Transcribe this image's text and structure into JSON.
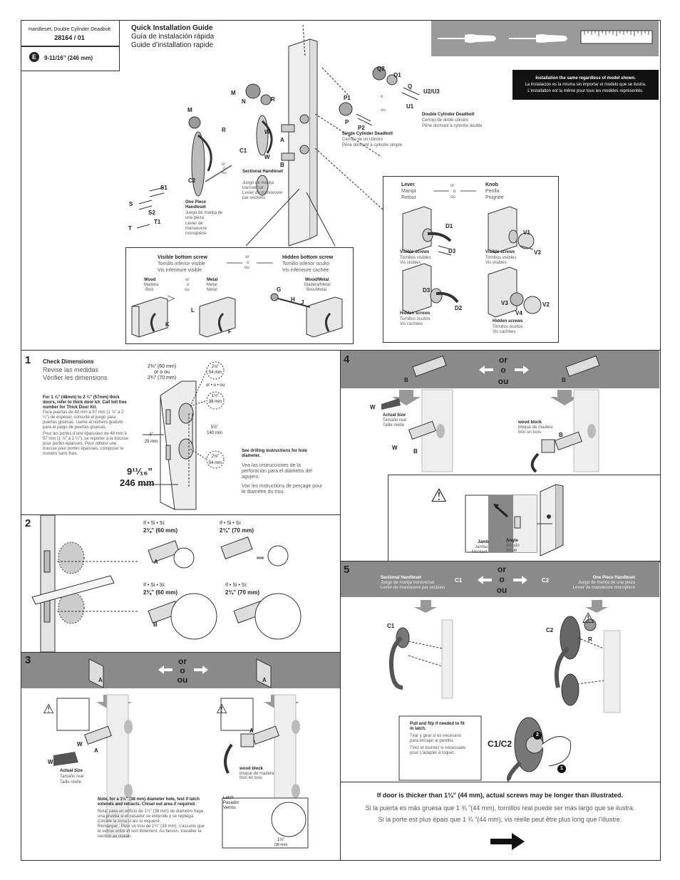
{
  "header": {
    "product_name": "Handleset, Double Cylinder Deadbolt",
    "model": "28164 / 01",
    "badge": "E",
    "size": "9-11/16” (246 mm)",
    "title_en": "Quick Installation Guide",
    "title_es": "Guía de instalación rápida",
    "title_fr": "Guide d’installation rapide"
  },
  "model_note": {
    "en": "Installation the same regardless of model shown.",
    "es": "La instalación es la misma sin importar el modelo que se ilustra.",
    "fr": "L’installation est la même pour tous les modèles représentés."
  },
  "parts": {
    "q2": "Q2",
    "q1": "Q1",
    "q": "Q",
    "u2u3": "U2/U3",
    "u1": "U1",
    "p1": "P1",
    "p": "P",
    "p2": "P2",
    "m": "M",
    "n": "N",
    "r": "R",
    "m2": "M",
    "r2": "R",
    "w1": "W",
    "a": "A",
    "c1": "C1",
    "w2": "W",
    "b": "B",
    "c2": "C2",
    "s1": "S1",
    "s": "S",
    "s2": "S2",
    "t": "T",
    "t1": "T1",
    "or_es": "o",
    "or_fr": "ou",
    "or_en": "or"
  },
  "deadbolt": {
    "double_en": "Double Cylinder Deadbolt",
    "double_es": "Cerrojo de doble cilindro",
    "double_fr": "Pêne dormant à cylindre double",
    "single_en": "Single Cylinder Deadbolt",
    "single_es": "Cerrojo de un cilindro",
    "single_fr": "Pêne dormant à cylindre simple"
  },
  "handleset": {
    "sectional_en": "Sectional Handleset",
    "sectional_es": "Juego de manija transversal",
    "sectional_fr": "Levier de manoeuvre par sections",
    "onepiece_en": "One Piece Handleset",
    "onepiece_es": "Juego de manija de una pieza",
    "onepiece_fr": "Levier de manoeuvre monopièce"
  },
  "lever_knob": {
    "lever_en": "Lever",
    "lever_es": "Manija",
    "lever_fr": "Retour",
    "knob_en": "Knob",
    "knob_es": "Perilla",
    "knob_fr": "Poignée",
    "d1": "D1",
    "d3": "D3",
    "d3b": "D3",
    "d2": "D2",
    "v1": "V1",
    "v3": "V3",
    "v3b": "V3",
    "v4": "V4",
    "v2": "V2",
    "visible_en": "Visible screws",
    "visible_es": "Tornillos visibles",
    "visible_fr": "Vis visibles",
    "hidden_en": "Hidden screws",
    "hidden_es": "Tornillos ocultos",
    "hidden_fr": "Vis cachées"
  },
  "bottom_screw": {
    "visible_en": "Visible bottom screw",
    "visible_es": "Tornillo inferior visible",
    "visible_fr": "Vis inférieure visible",
    "hidden_en": "Hidden bottom screw",
    "hidden_es": "Tornillo inferior oculto",
    "hidden_fr": "Vis inférieure cachée",
    "wood_en": "Wood",
    "wood_es": "Madera",
    "wood_fr": "Bois",
    "metal_en": "Metal",
    "metal_es": "Metal",
    "metal_fr": "Metal",
    "woodmetal_en": "Wood/Metal",
    "woodmetal_es": "Madera/Metal",
    "woodmetal_fr": "Bois/Metal",
    "k": "K",
    "l": "L",
    "f": "F",
    "g": "G",
    "h": "H",
    "j": "J"
  },
  "step1": {
    "number": "1",
    "title_en": "Check Dimensions",
    "title_es": "Revise las medidas",
    "title_fr": "Vérifier les dimensions",
    "thick_en": "For 1 ⅞\" (48mm) to 2 ¼\" (57mm) thick doors, refer to thick door kit. Call toll free number for Thick Door Kit.",
    "thick_es": "Para puertas de 48 mm a 57 mm (1 ⅞\" a 2 ¼\") de espesor, consulte el juego para puertas gruesas. Llame al número gratuito para el juego de puertas gruesas.",
    "thick_fr": "Pour les portes d’une épaisseur de 48 mm à 57 mm (1 ⅞\" à 2 ¼\"), se reporter à la trousse pour portes épaisses. Pour obtenir une trousse pour portes épaisses, composer le numéro sans frais.",
    "backset": "2⅜” (60 mm)",
    "backset_or": "or o ou",
    "backset2": "2¾” (70 mm)",
    "d1": "2⅛”",
    "d1mm": "54 mm",
    "oo": "or • o • ou",
    "d2": "1½”",
    "d2mm": "38 mm",
    "spacing": "5½”",
    "spacing_mm": "140 mm",
    "edge": "1”",
    "edge_mm": "25 mm",
    "d3": "2⅛”",
    "d3mm": "54 mm",
    "drill_en": "See drilling instructions for hole diameter.",
    "drill_es": "Vea las instrucciones de la perforación para el diámetro del agujero.",
    "drill_fr": "Voir les instructions de perçage pour le diamètre du trou.",
    "height": "9¹¹⁄₁₆”",
    "height_mm": "246 mm"
  },
  "step2": {
    "number": "2",
    "if": "If • Si • Si:",
    "opt1": "2⅜” (60 mm)",
    "opt2": "2¾” (70 mm)",
    "opt3": "2⅜” (60 mm)",
    "opt4": "2¾” (70 mm)",
    "a": "A",
    "b": "B"
  },
  "step3": {
    "number": "3",
    "or": "or",
    "o": "o",
    "ou": "ou",
    "a1": "A",
    "a2": "A",
    "w1": "W",
    "a3": "A",
    "a4": "A",
    "w2": "W",
    "actual_en": "Actual Size",
    "actual_es": "Tamaño real",
    "actual_fr": "Taille réelle",
    "woodblock_en": "wood block",
    "woodblock_es": "bloque de madera",
    "woodblock_fr": "bloc en bois",
    "note_en": "Note, for a 1½\" (38 mm) diameter hole, test if latch extends and retracts. Chisel out area if required.",
    "note_es": "Nota, para un orificio de 1½\" (38 mm) de diámetro haga una prueba si el pasador se extiende y se repliega. Cincele la zona si así lo requiere.",
    "note_fr": "Remarque : Pour un trou de 1½\" (38 mm), s’assurer que le verrou entre et sort librement. Au besoin, travailler la section au ciseau.",
    "latch_en": "Latch",
    "latch_es": "Pasador",
    "latch_fr": "Verrou",
    "dim": "1½”",
    "dim_mm": "(38 mm)"
  },
  "step4": {
    "number": "4",
    "or": "or",
    "o": "o",
    "ou": "ou",
    "b1": "B",
    "b2": "B",
    "w1": "W",
    "w2": "W",
    "b3": "B",
    "b4": "B",
    "actual_en": "Actual Size",
    "actual_es": "Tamaño real",
    "actual_fr": "Taille réelle",
    "woodblock_en": "wood block",
    "woodblock_es": "bloque de madera",
    "woodblock_fr": "bloc en bois",
    "jamb_en": "Jamb",
    "jamb_es": "Jamba",
    "jamb_fr": "Montant",
    "angle_en": "Angle",
    "angle_es": "Ángulo",
    "angle_fr": "Angle"
  },
  "step5": {
    "number": "5",
    "sectional_en": "Sectional Handleset",
    "sectional_es": "Juego de manija transversal",
    "sectional_fr": "Levier de manoeuvre par sections",
    "c1": "C1",
    "c2": "C2",
    "or": "or",
    "o": "o",
    "ou": "ou",
    "onepiece_en": "One Piece Handleset",
    "onepiece_es": "Juego de manija de una pieza",
    "onepiece_fr": "Levier de manoeuvre monopièce",
    "c1b": "C1",
    "c2b": "C2",
    "r": "R",
    "flip_en": "Pull and flip if needed to fit in latch.",
    "flip_es": "Tirar y girar si es necesario para encajar al pestillo.",
    "flip_fr": "Tirez et tournez si nécessaire pour s’adapter à loquet.",
    "c1c2": "C1/C2",
    "n1": "1",
    "n2": "2"
  },
  "footer": {
    "thick_en": "If door is thicker than 1¾” (44 mm), actual screws may be longer than illustrated.",
    "thick_es": "Si la puerta es más gruesa que 1 ¾ ”(44 mm), tornillos real puede ser más largo que se ilustra.",
    "thick_fr": "Si la porte est plus épais que 1 ¾ ”(44 mm), vis réelle peut être plus long que l’illustre."
  }
}
